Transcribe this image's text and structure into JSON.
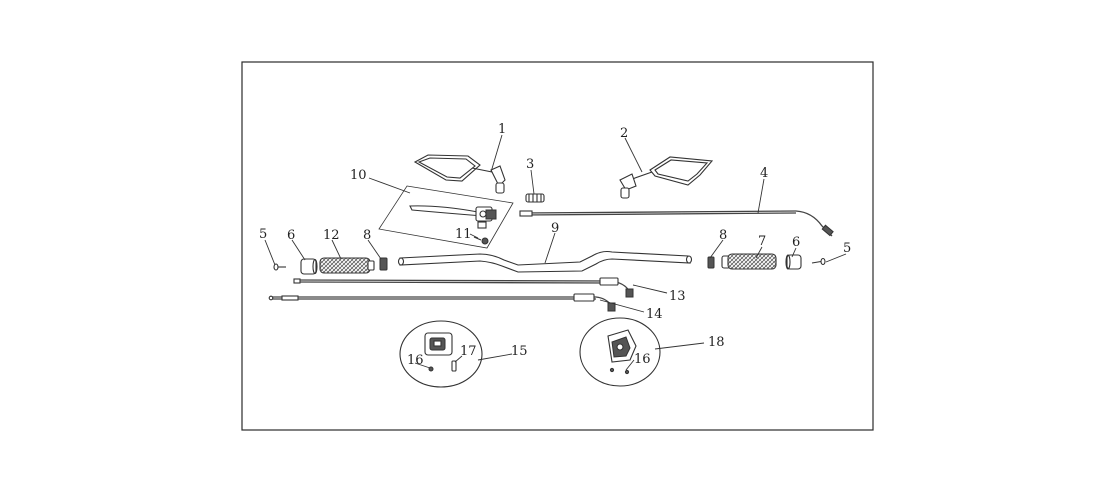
{
  "callouts": {
    "c1": "1",
    "c2": "2",
    "c3": "3",
    "c4": "4",
    "c5a": "5",
    "c5b": "5",
    "c6a": "6",
    "c6b": "6",
    "c7": "7",
    "c8a": "8",
    "c8b": "8",
    "c9": "9",
    "c10": "10",
    "c11": "11",
    "c12": "12",
    "c13": "13",
    "c14": "14",
    "c15": "15",
    "c16a": "16",
    "c16b": "16",
    "c17": "17",
    "c18": "18"
  }
}
